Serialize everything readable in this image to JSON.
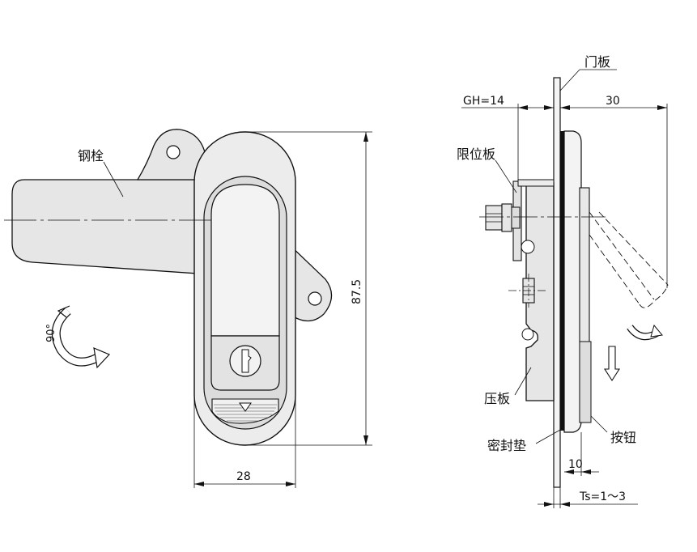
{
  "front_view": {
    "label_steel_bolt": "钢栓",
    "dim_height": "87.5",
    "dim_width": "28",
    "rotation_angle": "90°"
  },
  "side_view": {
    "label_door_panel": "门板",
    "label_gh": "GH=14",
    "dim_30": "30",
    "label_limit_plate": "限位板",
    "label_pressure_plate": "压板",
    "label_gasket": "密封垫",
    "label_button": "按钮",
    "dim_10": "10",
    "label_ts": "Ts=1～3"
  }
}
